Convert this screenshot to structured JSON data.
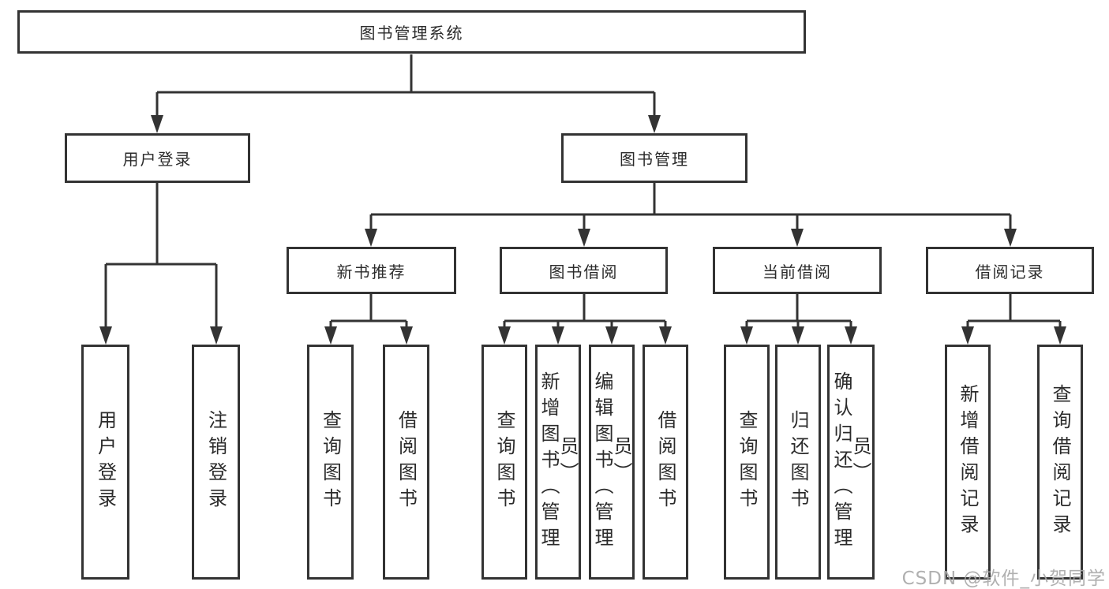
{
  "tree": {
    "root": {
      "label": "图书管理系统"
    },
    "branches": [
      {
        "label": "用户登录",
        "children": [
          {
            "label": "用户登录"
          },
          {
            "label": "注销登录"
          }
        ]
      },
      {
        "label": "图书管理",
        "sections": [
          {
            "label": "新书推荐",
            "children": [
              {
                "label": "查询图书"
              },
              {
                "label": "借阅图书"
              }
            ]
          },
          {
            "label": "图书借阅",
            "children": [
              {
                "label": "查询图书"
              },
              {
                "label": "新增图书（管理员）"
              },
              {
                "label": "编辑图书（管理员）"
              },
              {
                "label": "借阅图书"
              }
            ]
          },
          {
            "label": "当前借阅",
            "children": [
              {
                "label": "查询图书"
              },
              {
                "label": "归还图书"
              },
              {
                "label": "确认归还（管理员）"
              }
            ]
          },
          {
            "label": "借阅记录",
            "children": [
              {
                "label": "新增借阅记录"
              },
              {
                "label": "查询借阅记录"
              }
            ]
          }
        ]
      }
    ]
  },
  "watermark": {
    "text": "CSDN @软件_小贺同学"
  },
  "colors": {
    "line": "#333333",
    "box_border": "#333333",
    "text": "#2b2b2b",
    "watermark": "#a8a8a8",
    "background": "#ffffff"
  }
}
